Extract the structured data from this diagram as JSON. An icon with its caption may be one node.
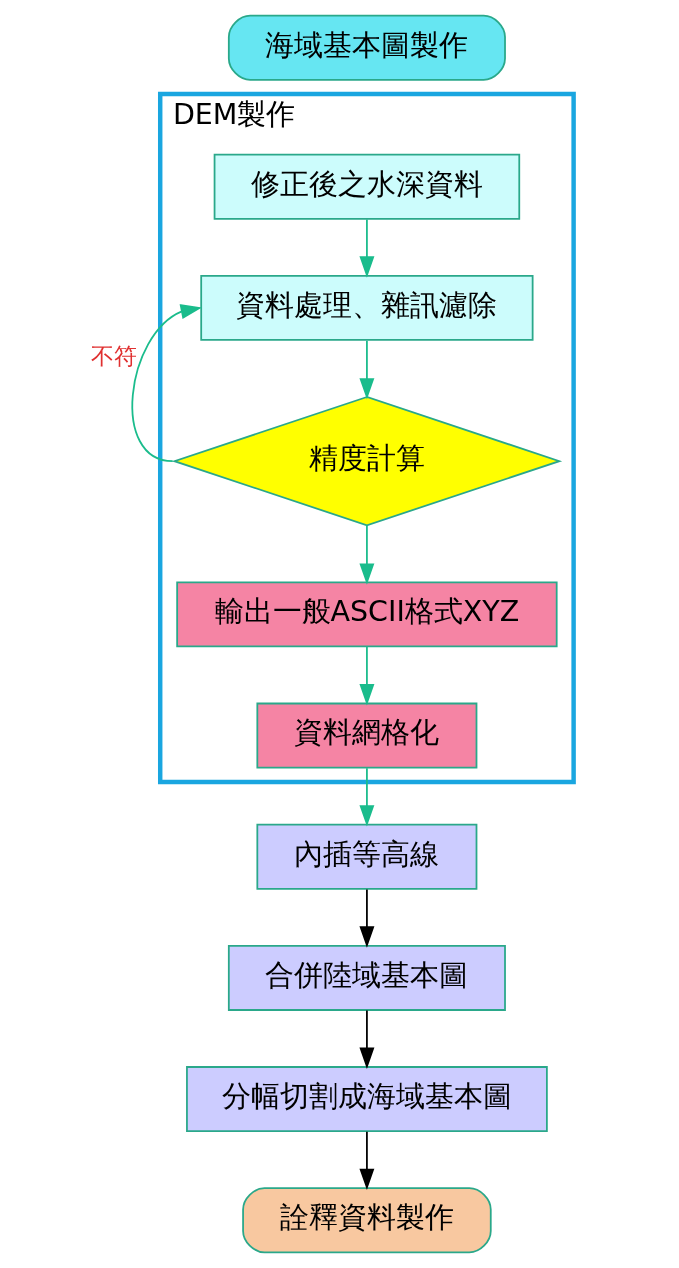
{
  "diagram": {
    "nodes": [
      {
        "text": [
          "海域基本圖製作"
        ]
      },
      {
        "text": [
          "DEM製作"
        ]
      },
      {
        "text": [
          "修正後之水深資料"
        ],
        "in": 1
      },
      {
        "text": [
          "資料處理、雜訊濾除"
        ],
        "in": 1
      },
      {
        "text": [
          "精度計算"
        ],
        "in": 1
      },
      {
        "text": [
          "輸出一般ASCII格式XYZ"
        ],
        "in": 1
      },
      {
        "text": [
          "資料網格化"
        ],
        "in": 1
      },
      {
        "text": [
          "內插等高線"
        ]
      },
      {
        "text": [
          "合併陸域基本圖"
        ]
      },
      {
        "text": [
          "分幅切割成海域基本圖"
        ]
      },
      {
        "text": [
          "詮釋資料製作"
        ]
      }
    ],
    "edges": [
      {
        "from": 2,
        "to": 3,
        "arrow": "to"
      },
      {
        "from": 4,
        "to": 3,
        "arrow": "to",
        "label": "不符"
      },
      {
        "from": 3,
        "to": 4,
        "arrow": "to"
      },
      {
        "from": 4,
        "to": 5,
        "arrow": "to"
      },
      {
        "from": 5,
        "to": 6,
        "arrow": "to"
      },
      {
        "from": 6,
        "to": 7,
        "arrow": "to"
      },
      {
        "from": 7,
        "to": 8,
        "arrow": "to",
        "color": "#000000"
      },
      {
        "from": 8,
        "to": 9,
        "arrow": "to",
        "color": "#000000"
      },
      {
        "from": 9,
        "to": 10,
        "arrow": "to",
        "color": "#000000"
      }
    ]
  }
}
